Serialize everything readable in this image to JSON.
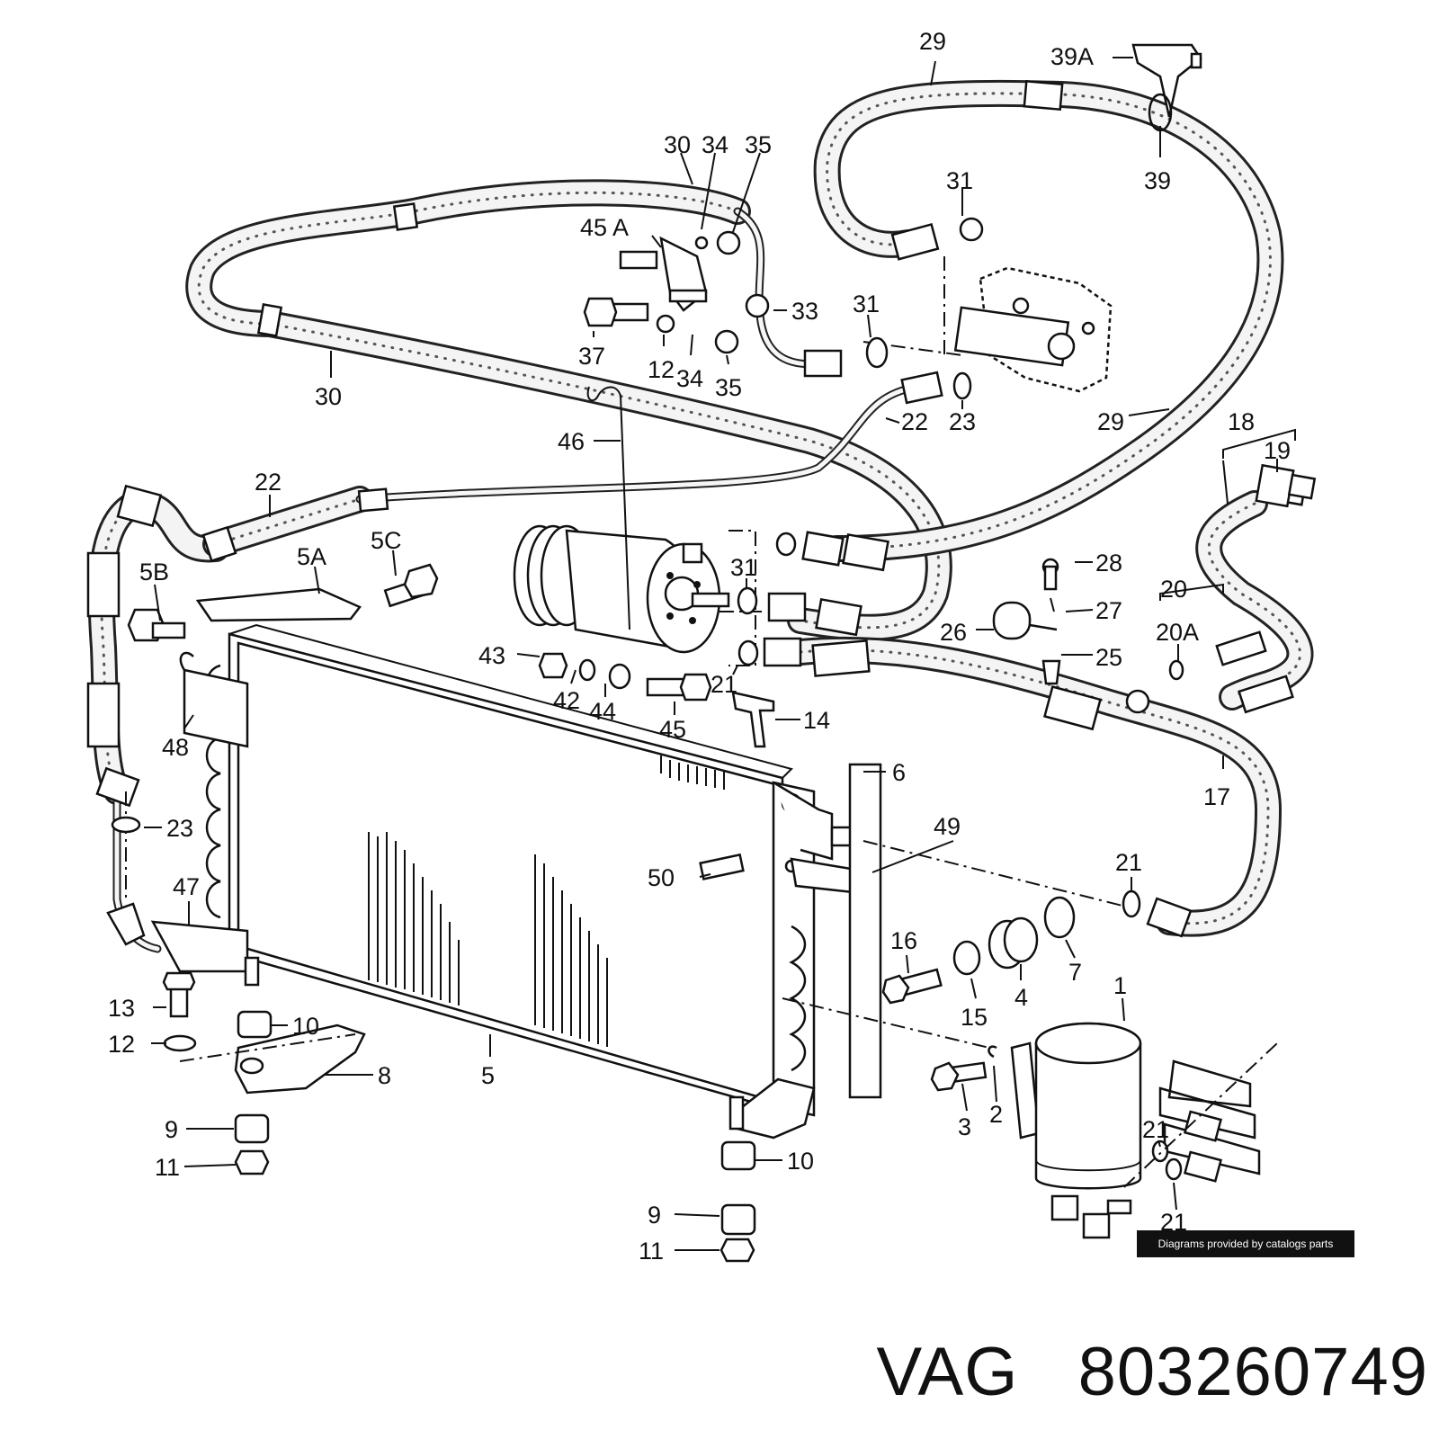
{
  "callouts": [
    {
      "id": "c29a",
      "text": "29"
    },
    {
      "id": "c39A",
      "text": "39A"
    },
    {
      "id": "c39",
      "text": "39"
    },
    {
      "id": "c30a",
      "text": "30"
    },
    {
      "id": "c34a",
      "text": "34"
    },
    {
      "id": "c35a",
      "text": "35"
    },
    {
      "id": "c45A",
      "text": "45 A"
    },
    {
      "id": "c31a",
      "text": "31"
    },
    {
      "id": "c33",
      "text": "33"
    },
    {
      "id": "c31b",
      "text": "31"
    },
    {
      "id": "c37",
      "text": "37"
    },
    {
      "id": "c12a",
      "text": "12"
    },
    {
      "id": "c34b",
      "text": "34"
    },
    {
      "id": "c35b",
      "text": "35"
    },
    {
      "id": "c30b",
      "text": "30"
    },
    {
      "id": "c23a",
      "text": "23"
    },
    {
      "id": "c22a",
      "text": "22"
    },
    {
      "id": "c29b",
      "text": "29"
    },
    {
      "id": "c46",
      "text": "46"
    },
    {
      "id": "c18",
      "text": "18"
    },
    {
      "id": "c19",
      "text": "19"
    },
    {
      "id": "c22b",
      "text": "22"
    },
    {
      "id": "c5B",
      "text": "5B"
    },
    {
      "id": "c5A",
      "text": "5A"
    },
    {
      "id": "c5C",
      "text": "5C"
    },
    {
      "id": "c31c",
      "text": "31"
    },
    {
      "id": "c28",
      "text": "28"
    },
    {
      "id": "c20",
      "text": "20"
    },
    {
      "id": "c27",
      "text": "27"
    },
    {
      "id": "c26",
      "text": "26"
    },
    {
      "id": "c20A",
      "text": "20A"
    },
    {
      "id": "c25",
      "text": "25"
    },
    {
      "id": "c43",
      "text": "43"
    },
    {
      "id": "c42",
      "text": "42"
    },
    {
      "id": "c44",
      "text": "44"
    },
    {
      "id": "c45",
      "text": "45"
    },
    {
      "id": "c21a",
      "text": "21"
    },
    {
      "id": "c14",
      "text": "14"
    },
    {
      "id": "c48",
      "text": "48"
    },
    {
      "id": "c6",
      "text": "6"
    },
    {
      "id": "c17",
      "text": "17"
    },
    {
      "id": "c23b",
      "text": "23"
    },
    {
      "id": "c49",
      "text": "49"
    },
    {
      "id": "c47",
      "text": "47"
    },
    {
      "id": "c50",
      "text": "50"
    },
    {
      "id": "c21b",
      "text": "21"
    },
    {
      "id": "c16",
      "text": "16"
    },
    {
      "id": "c7",
      "text": "7"
    },
    {
      "id": "c4",
      "text": "4"
    },
    {
      "id": "c15",
      "text": "15"
    },
    {
      "id": "c13",
      "text": "13"
    },
    {
      "id": "c10a",
      "text": "10"
    },
    {
      "id": "c1",
      "text": "1"
    },
    {
      "id": "c12b",
      "text": "12"
    },
    {
      "id": "c8",
      "text": "8"
    },
    {
      "id": "c5",
      "text": "5"
    },
    {
      "id": "c3",
      "text": "3"
    },
    {
      "id": "c2",
      "text": "2"
    },
    {
      "id": "c9a",
      "text": "9"
    },
    {
      "id": "c21c",
      "text": "21"
    },
    {
      "id": "c11a",
      "text": "11"
    },
    {
      "id": "c10b",
      "text": "10"
    },
    {
      "id": "c9b",
      "text": "9"
    },
    {
      "id": "c21d",
      "text": "21"
    },
    {
      "id": "c11b",
      "text": "11"
    }
  ],
  "credit": "Diagrams provided by catalogs parts",
  "brand": {
    "maker": "VAG",
    "part_number": "803260749"
  }
}
